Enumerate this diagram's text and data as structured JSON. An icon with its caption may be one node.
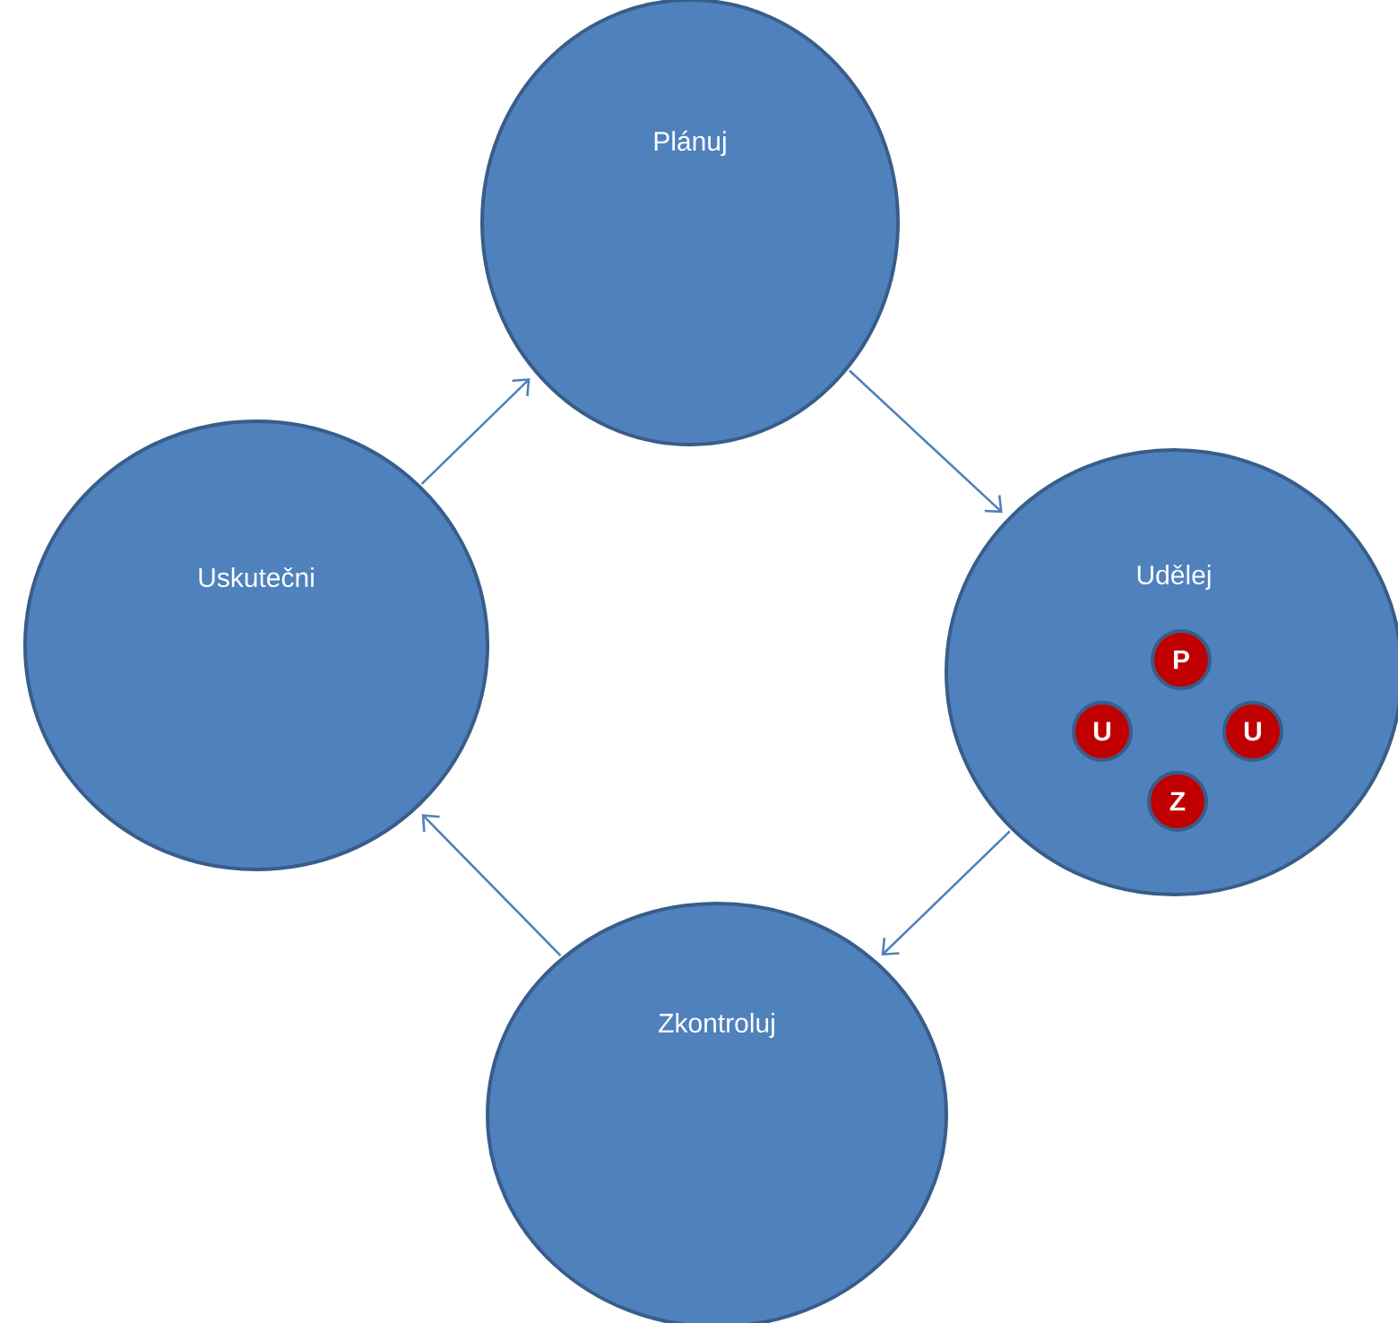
{
  "diagram": {
    "nodes": [
      {
        "text": [
          "Plánuj"
        ]
      },
      {
        "text": [
          "Udělej"
        ]
      },
      {
        "text": [
          "P"
        ],
        "in": 1
      },
      {
        "text": [
          "U"
        ],
        "in": 1
      },
      {
        "text": [
          "U"
        ],
        "in": 1
      },
      {
        "text": [
          "Z"
        ],
        "in": 1
      },
      {
        "text": [
          "Zkontroluj"
        ]
      },
      {
        "text": [
          "Uskutečni"
        ]
      }
    ],
    "edges": [
      {
        "from": 0,
        "to": 1,
        "arrow": "to"
      },
      {
        "from": 1,
        "to": 6,
        "arrow": "to"
      },
      {
        "from": 6,
        "to": 7,
        "arrow": "to"
      },
      {
        "from": 7,
        "to": 0,
        "arrow": "to"
      }
    ]
  }
}
